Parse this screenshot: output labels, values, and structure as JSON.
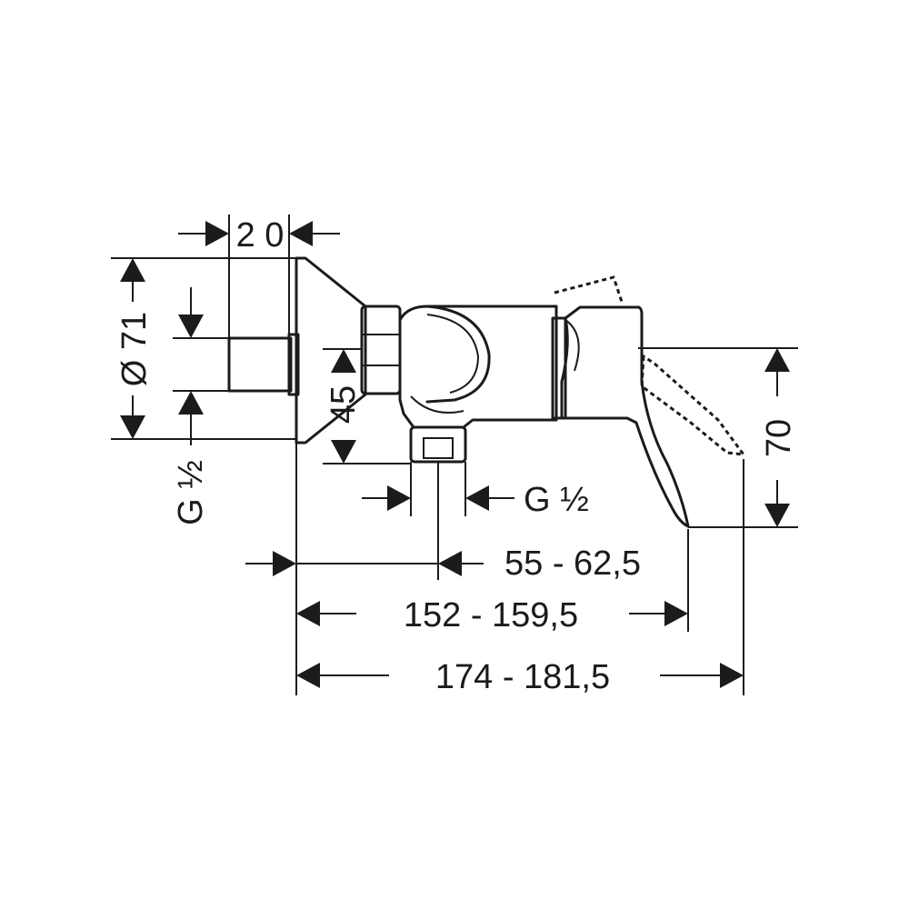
{
  "dimensions": {
    "flange_depth": "2 0",
    "rosette_diameter": "Ø 71",
    "inlet_thread": "G ½",
    "outlet_height": "45",
    "outlet_thread": "G ½",
    "height": "70",
    "outlet_projection": "55 - 62,5",
    "lever_projection": "152 - 159,5",
    "total_projection": "174 - 181,5"
  }
}
